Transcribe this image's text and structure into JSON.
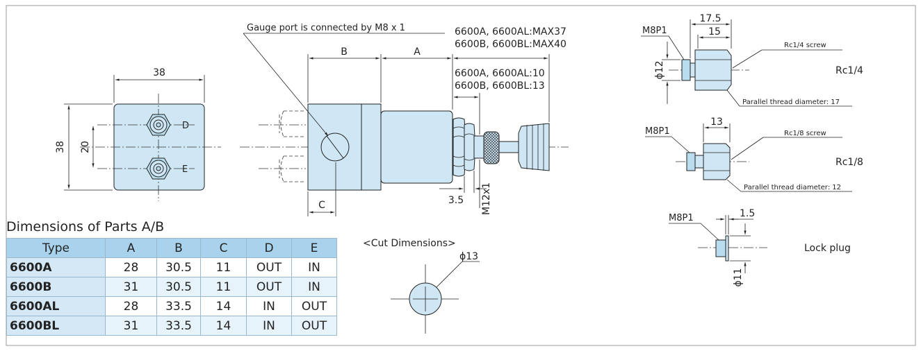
{
  "colors": {
    "part_fill": "#cfe6f4",
    "table_header": "#a9d3ec",
    "table_alt": "#e6f3fb"
  },
  "front_view": {
    "width_dim": "38",
    "height_dim": "38",
    "port_pitch": "20",
    "port_d": "D",
    "port_e": "E"
  },
  "side_view": {
    "gauge_note": "Gauge port is connected by M8 x 1",
    "dim_b": "B",
    "dim_a": "A",
    "dim_c": "C",
    "max_a": "6600A, 6600AL:MAX37",
    "max_b": "6600B, 6600BL:MAX40",
    "knob_a": "6600A, 6600AL:10",
    "knob_b": "6600B, 6600BL:13",
    "dim_35": "3.5",
    "thread": "M12x1"
  },
  "table": {
    "title": "Dimensions of Parts A/B",
    "headers": [
      "Type",
      "A",
      "B",
      "C",
      "D",
      "E"
    ],
    "rows": [
      [
        "6600A",
        "28",
        "30.5",
        "11",
        "OUT",
        "IN"
      ],
      [
        "6600B",
        "31",
        "30.5",
        "11",
        "OUT",
        "IN"
      ],
      [
        "6600AL",
        "28",
        "33.5",
        "14",
        "IN",
        "OUT"
      ],
      [
        "6600BL",
        "31",
        "33.5",
        "14",
        "IN",
        "OUT"
      ]
    ]
  },
  "cut_dims": {
    "title": "<Cut Dimensions>",
    "diameter": "ϕ13"
  },
  "rc14": {
    "thread_label": "M8P1",
    "dim_175": "17.5",
    "dim_15": "15",
    "dia": "ϕ12",
    "screw": "Rc1/4 screw",
    "parallel": "Parallel thread diameter: 17",
    "name": "Rc1/4"
  },
  "rc18": {
    "thread_label": "M8P1",
    "dim_13": "13",
    "screw": "Rc1/8 screw",
    "parallel": "Parallel thread diameter: 12",
    "name": "Rc1/8"
  },
  "lockplug": {
    "thread_label": "M8P1",
    "dim_15": "1.5",
    "dia": "ϕ11",
    "name": "Lock plug"
  }
}
